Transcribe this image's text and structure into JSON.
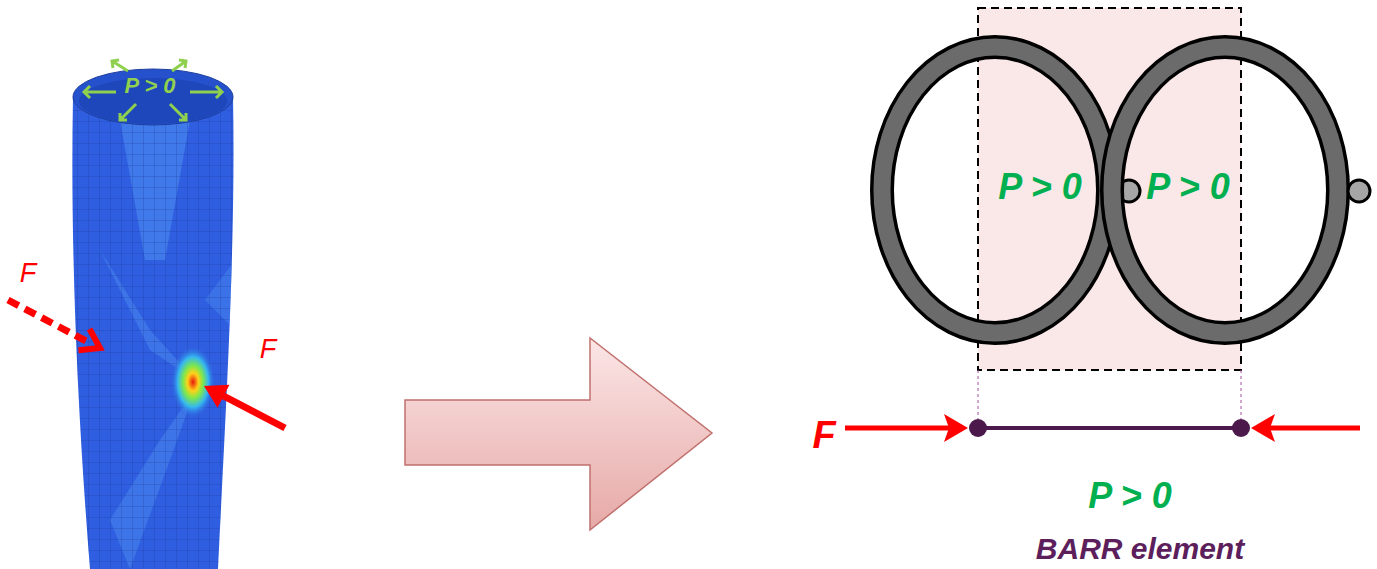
{
  "diagram": {
    "nodes": [
      {
        "text": [
          "P > 0"
        ]
      },
      {
        "text": [
          "P > 0"
        ]
      }
    ],
    "labels": [
      "P > 0",
      "F",
      "F",
      "F",
      "P > 0",
      "BARR element"
    ]
  }
}
